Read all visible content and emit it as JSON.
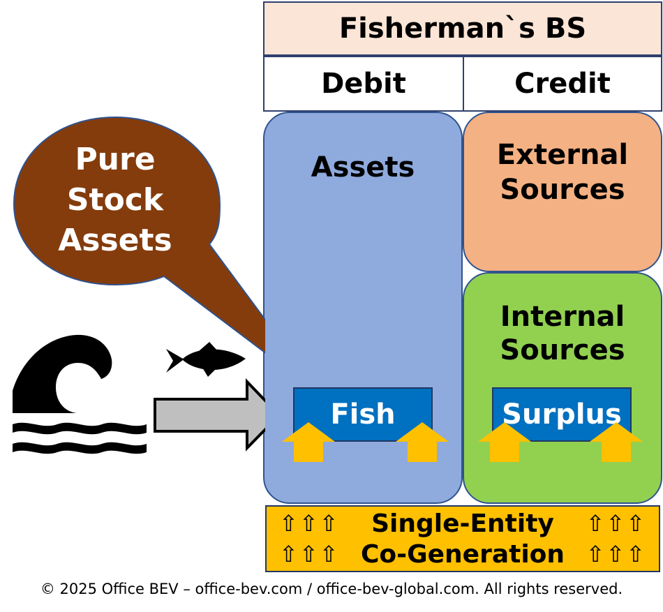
{
  "header": {
    "title": "Fisherman`s BS"
  },
  "columns": {
    "debit": "Debit",
    "credit": "Credit"
  },
  "debit_box": {
    "title": "Assets",
    "item": "Fish"
  },
  "external_box": {
    "title_line1": "External",
    "title_line2": "Sources"
  },
  "internal_box": {
    "title_line1": "Internal",
    "title_line2": "Sources",
    "item": "Surplus"
  },
  "bubble": {
    "line1": "Pure",
    "line2": "Stock",
    "line3": "Assets"
  },
  "footer": {
    "arrows": "⇧⇧⇧",
    "line1": "Single-Entity",
    "line2": "Co-Generation"
  },
  "copyright": "© 2025 Office BEV – office-bev.com / office-bev-global.com. All rights reserved.",
  "colors": {
    "header_bg": "#fbe5d6",
    "assets_bg": "#8faadc",
    "external_bg": "#f4b183",
    "internal_bg": "#92d050",
    "item_bg": "#0070c0",
    "arrow_up": "#ffc000",
    "bubble_bg": "#843c0c",
    "gray_arrow": "#bfbfbf"
  },
  "icons": [
    "wave-icon",
    "fish-icon",
    "right-arrow-icon",
    "up-arrow-icon"
  ]
}
